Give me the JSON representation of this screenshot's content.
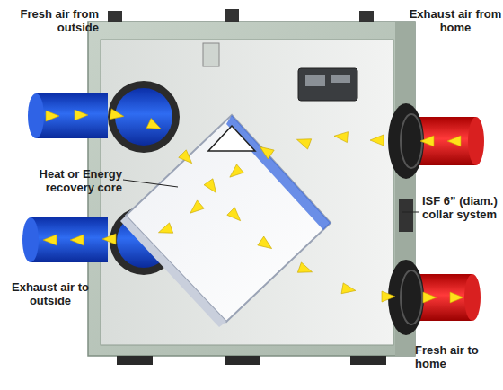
{
  "diagram": {
    "labels": [
      "Fresh air from outside",
      "Heat or Energy recovery core",
      "Exhaust air to outside",
      "Exhaust air from home",
      "ISF 6” (diam.) collar system",
      "Fresh air to home"
    ]
  }
}
